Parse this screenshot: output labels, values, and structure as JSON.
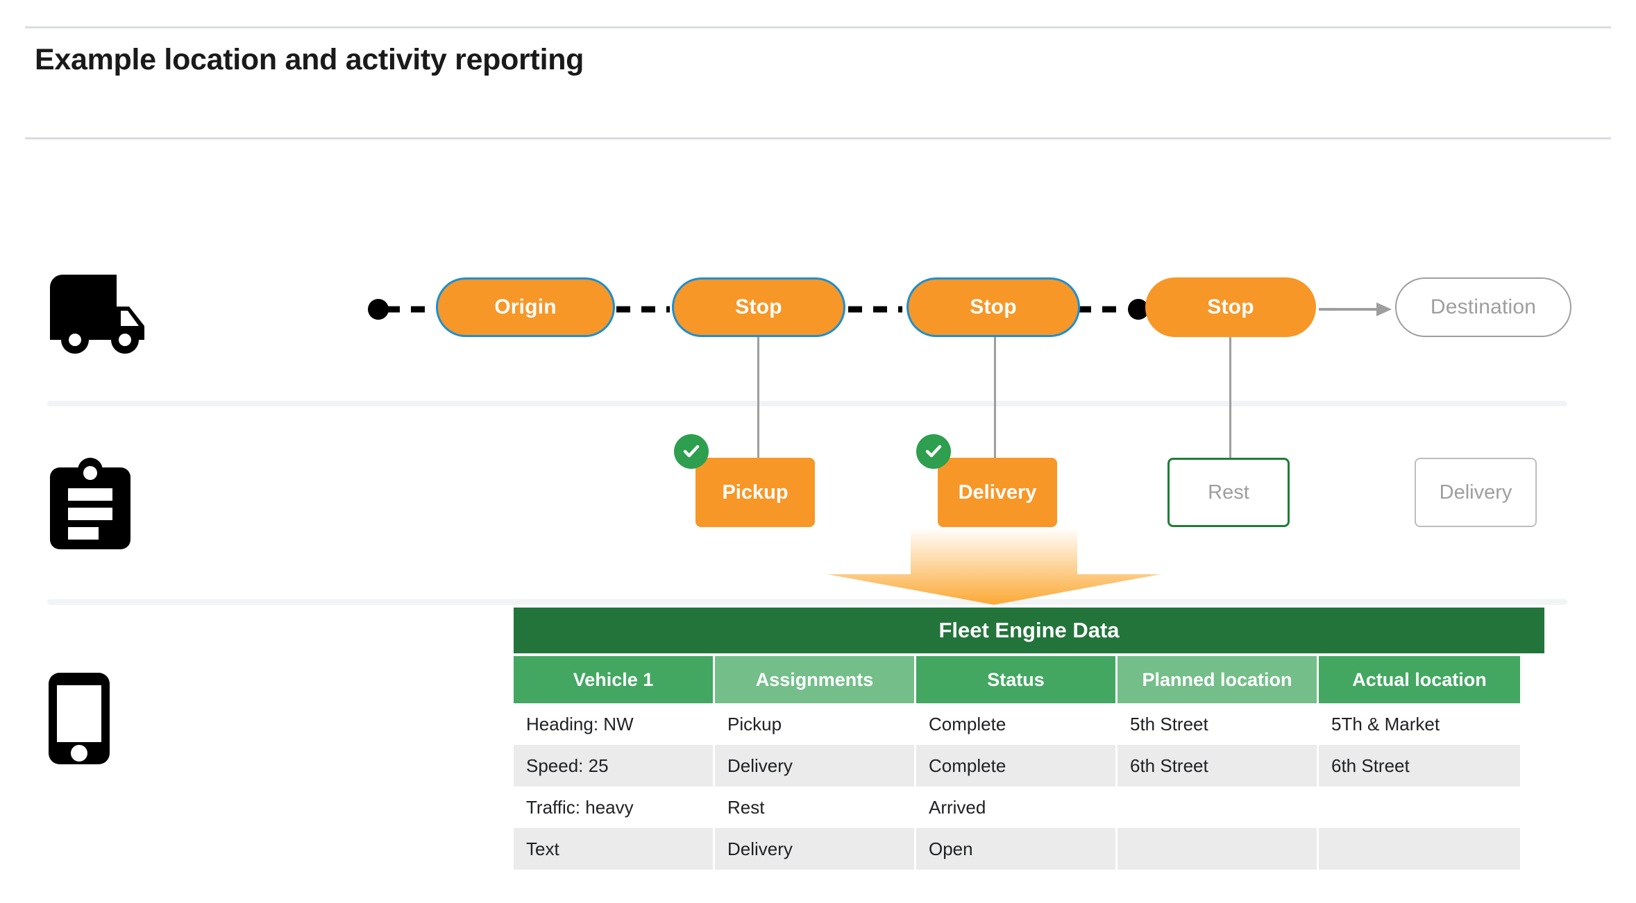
{
  "header": {
    "title": "Example location and activity reporting"
  },
  "rows": {
    "vehicle_icon": "truck-icon",
    "activity_icon": "clipboard-icon",
    "device_icon": "phone-icon"
  },
  "route": {
    "stops": [
      {
        "label": "Origin",
        "style": "active"
      },
      {
        "label": "Stop",
        "style": "active"
      },
      {
        "label": "Stop",
        "style": "active"
      },
      {
        "label": "Stop",
        "style": "current"
      },
      {
        "label": "Destination",
        "style": "planned"
      }
    ]
  },
  "activities": [
    {
      "label": "Pickup",
      "style": "complete",
      "badge": "check-icon"
    },
    {
      "label": "Delivery",
      "style": "complete",
      "badge": "check-icon"
    },
    {
      "label": "Rest",
      "style": "arrived"
    },
    {
      "label": "Delivery",
      "style": "open"
    }
  ],
  "fleet_table": {
    "title": "Fleet Engine Data",
    "columns": [
      "Vehicle 1",
      "Assignments",
      "Status",
      "Planned location",
      "Actual location"
    ],
    "rows": [
      [
        "Heading: NW",
        "Pickup",
        "Complete",
        "5th Street",
        "5Th & Market"
      ],
      [
        "Speed: 25",
        "Delivery",
        "Complete",
        "6th Street",
        "6th Street"
      ],
      [
        "Traffic: heavy",
        "Rest",
        "Arrived",
        "",
        ""
      ],
      [
        "Text",
        "Delivery",
        "Open",
        "",
        ""
      ]
    ]
  },
  "colors": {
    "chip_fill": "#F79728",
    "chip_border": "#1A8FD4",
    "badge_green": "#2E9E4F",
    "table_title_green": "#23743B",
    "header_green_dark": "#43A762",
    "header_green_light": "#74BE8A",
    "row_alt": "#ebebeb",
    "muted": "#9e9e9e"
  }
}
